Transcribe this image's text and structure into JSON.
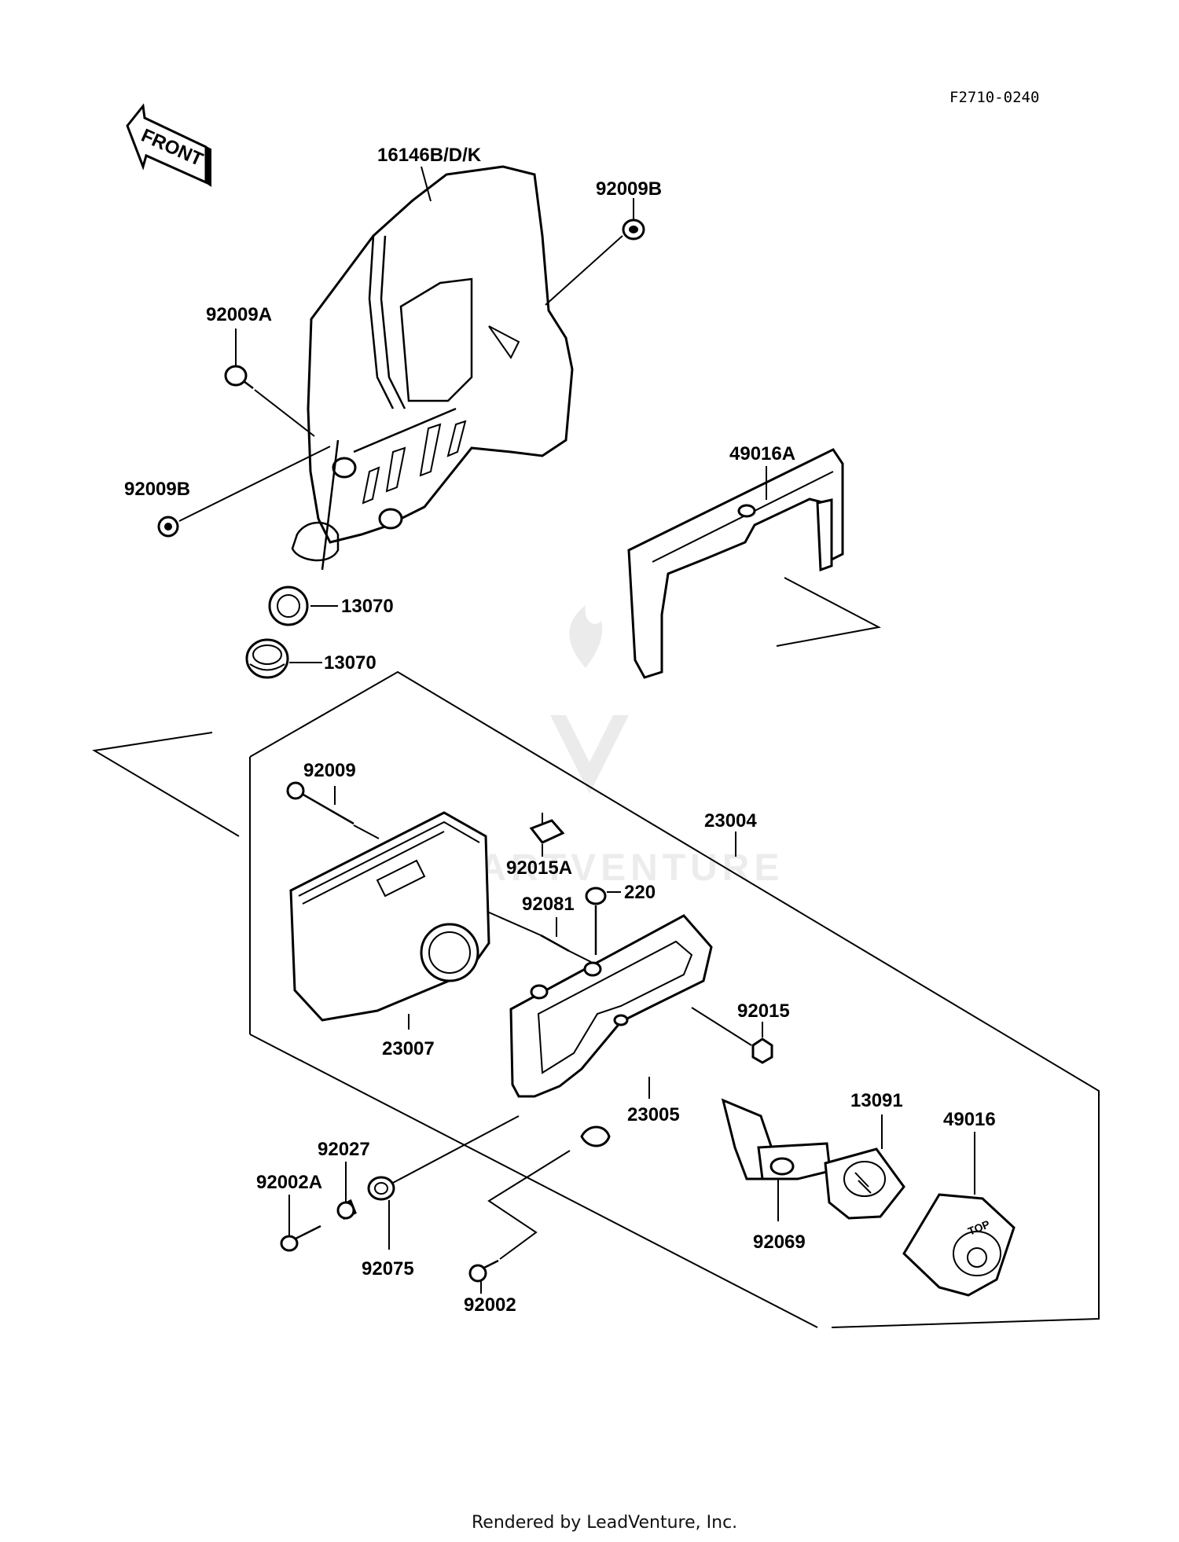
{
  "diagram": {
    "id": "F2710-0240",
    "front_label": "FRONT",
    "footer": "Rendered by LeadVenture, Inc.",
    "watermark": "PARTVENTURE",
    "top_mark": "TOP",
    "colors": {
      "ink": "#000000",
      "paper": "#ffffff",
      "footer": "#111111"
    }
  },
  "labels": {
    "l16146": "16146B/D/K",
    "l92009B_top": "92009B",
    "l92009A": "92009A",
    "l49016A": "49016A",
    "l92009B_left": "92009B",
    "l13070_a": "13070",
    "l13070_b": "13070",
    "l92009": "92009",
    "l23004": "23004",
    "l92015A": "92015A",
    "l92081": "92081",
    "l220": "220",
    "l92015": "92015",
    "l23007": "23007",
    "l23005": "23005",
    "l13091": "13091",
    "l49016": "49016",
    "l92027": "92027",
    "l92002A": "92002A",
    "l92075": "92075",
    "l92069": "92069",
    "l92002": "92002"
  }
}
